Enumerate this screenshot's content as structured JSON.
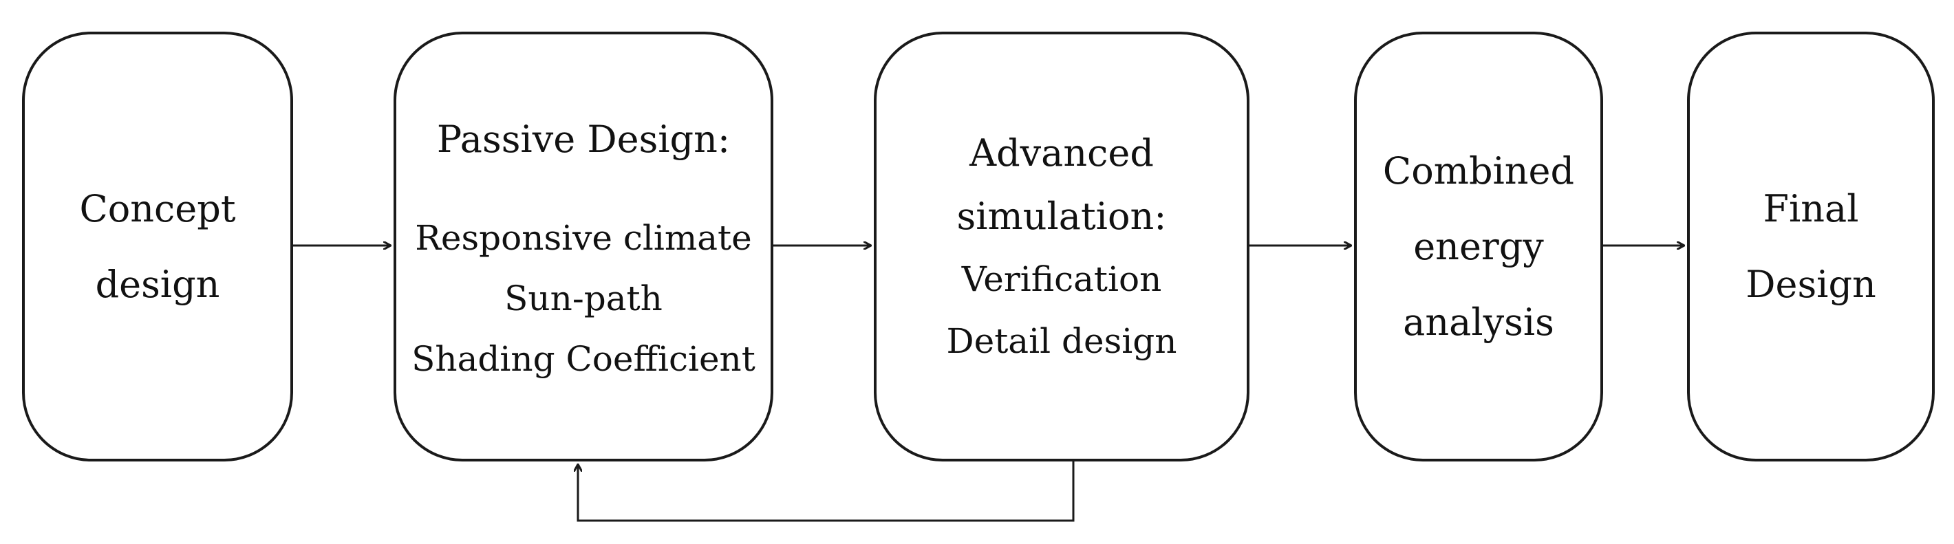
{
  "boxes": {
    "concept": {
      "lines": [
        "Concept",
        "design"
      ]
    },
    "passive": {
      "heading": "Passive Design:",
      "items": [
        "Responsive climate",
        "Sun-path",
        "Shading Coefficient"
      ]
    },
    "advanced": {
      "heading": [
        "Advanced",
        "simulation:"
      ],
      "items": [
        "Verification",
        "Detail design"
      ]
    },
    "combined": {
      "lines": [
        "Combined",
        "energy",
        "analysis"
      ]
    },
    "final": {
      "lines": [
        "Final",
        "Design"
      ]
    }
  },
  "colors": {
    "stroke": "#1a1a1a",
    "background": "#ffffff"
  }
}
